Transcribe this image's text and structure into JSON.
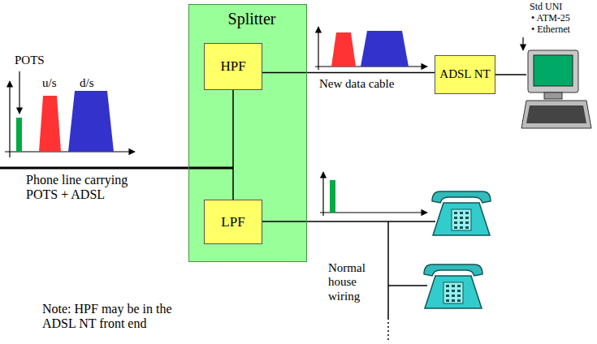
{
  "diagram": {
    "nodes": [
      {
        "text": [
          "Splitter"
        ]
      },
      {
        "text": [
          "HPF"
        ],
        "in": 0
      },
      {
        "text": [
          "LPF"
        ],
        "in": 0
      },
      {
        "text": [
          "ADSL NT"
        ]
      }
    ],
    "edges": [
      {
        "from": 1,
        "to": 2,
        "arrow": "none"
      },
      {
        "from": 1,
        "to": 3,
        "label": "New data cable",
        "arrow": "none"
      }
    ],
    "labels": [
      "POTS",
      "u/s",
      "d/s",
      "Phone line carrying POTS + ADSL",
      "Std UNI",
      "• ATM-25",
      "• Ethernet",
      "Normal house wiring",
      "Note: HPF may be in the ADSL NT front end"
    ]
  }
}
